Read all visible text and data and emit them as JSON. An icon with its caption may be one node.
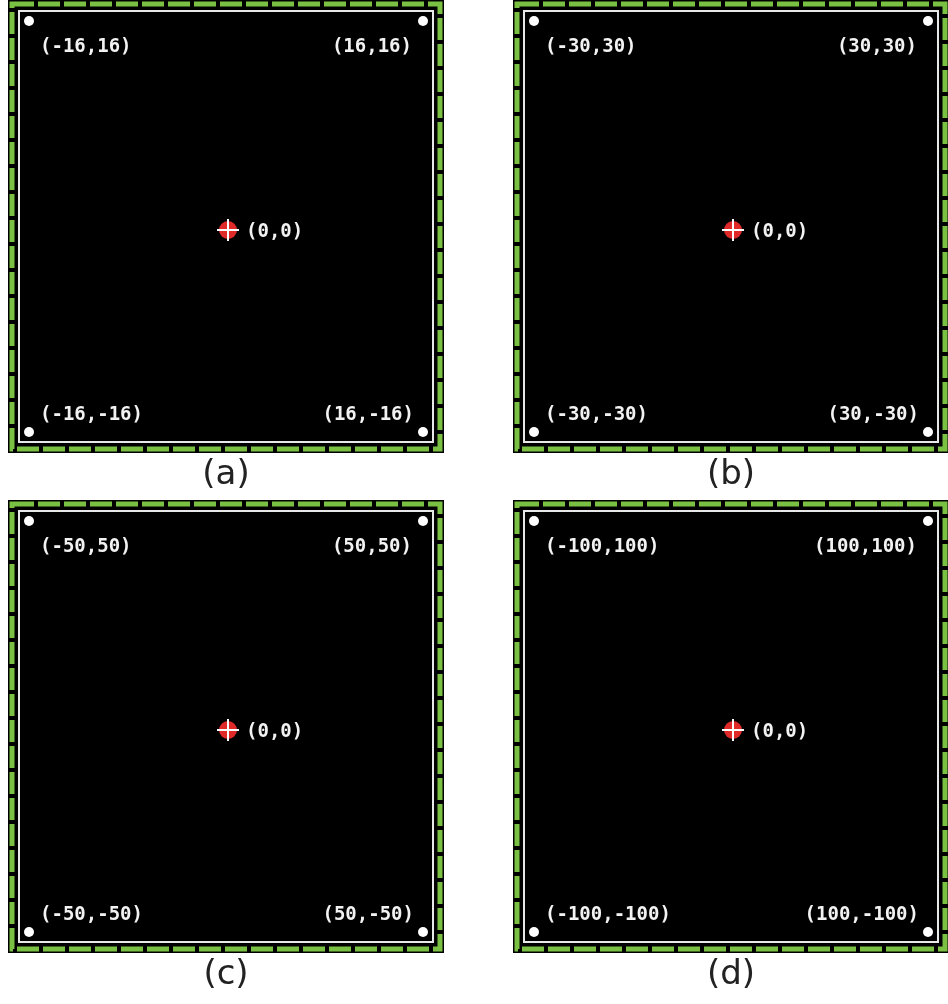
{
  "diagram": {
    "nodes": [
      {
        "text": [
          "(-16,16)",
          "(16,16)",
          "(0,0)",
          "(-16,-16)",
          "(16,-16)"
        ],
        "beside": [
          "(a)"
        ]
      },
      {
        "text": [
          "(-30,30)",
          "(30,30)",
          "(0,0)",
          "(-30,-30)",
          "(30,-30)"
        ],
        "beside": [
          "(b)"
        ]
      },
      {
        "text": [
          "(-50,50)",
          "(50,50)",
          "(0,0)",
          "(-50,-50)",
          "(50,-50)"
        ],
        "beside": [
          "(c)"
        ]
      },
      {
        "text": [
          "(-100,100)",
          "(100,100)",
          "(0,0)",
          "(-100,-100)",
          "(100,-100)"
        ],
        "beside": [
          "(d)"
        ]
      }
    ]
  }
}
